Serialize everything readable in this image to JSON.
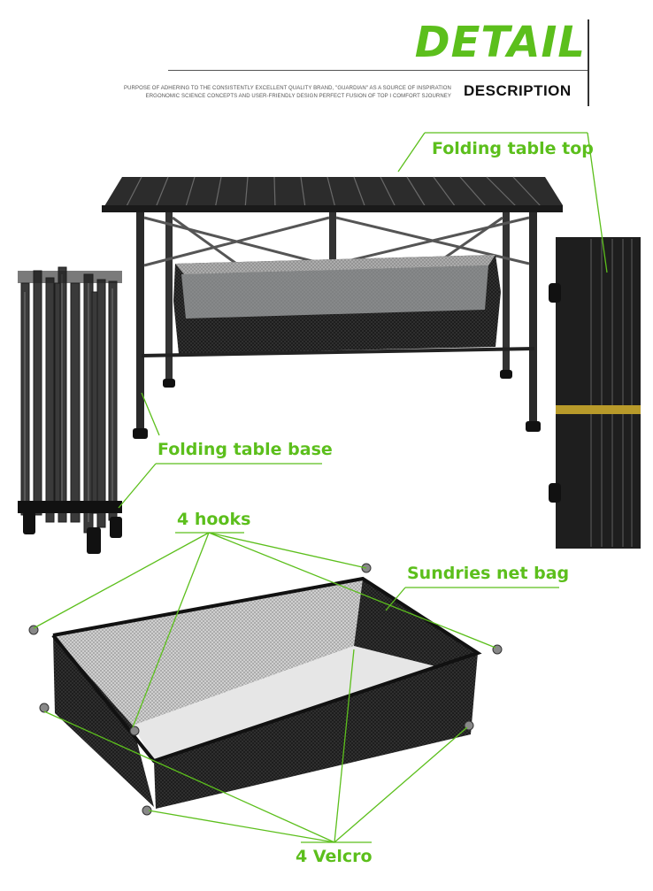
{
  "header": {
    "title": "DETAIL",
    "subtitle": "DESCRIPTION",
    "tagline_line1": "PURPOSE OF ADHERING TO THE CONSISTENTLY EXCELLENT QUALITY BRAND, \"GUARDIAN\" AS A SOURCE OF INSPIRATION",
    "tagline_line2": "ERGONOMIC SCIENCE CONCEPTS AND USER-FRIENDLY DESIGN PERFECT FUSION OF TOP I COMFORT SJOURNEY"
  },
  "callouts": {
    "table_top": "Folding table top",
    "table_base": "Folding table base",
    "hooks": "4 hooks",
    "net_bag": "Sundries net bag",
    "velcro": "4 Velcro"
  },
  "colors": {
    "accent": "#5cbf1c",
    "product_dark": "#1e1e1e",
    "background": "#ffffff"
  }
}
